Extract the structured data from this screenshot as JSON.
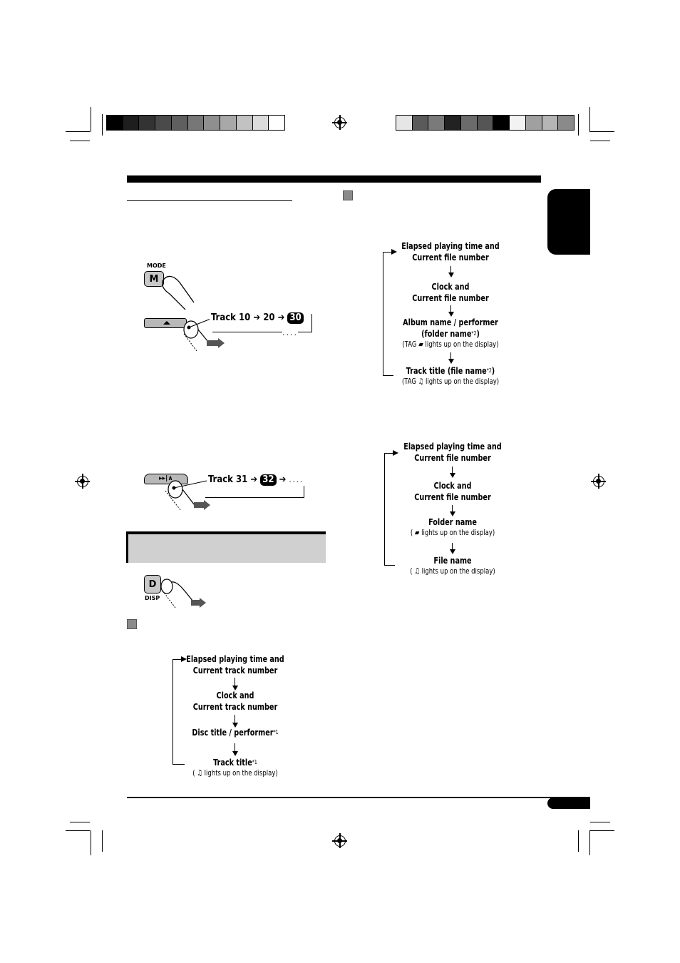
{
  "colors": {
    "left_bar": [
      "#000000",
      "#1e1e1e",
      "#333333",
      "#4a4a4a",
      "#5f5f5f",
      "#777777",
      "#8f8f8f",
      "#a8a8a8",
      "#c2c2c2",
      "#dcdcdc",
      "#ffffff"
    ],
    "right_bar": [
      "#e6e6e6",
      "#5a5a5a",
      "#7a7a7a",
      "#222222",
      "#6b6b6b",
      "#555555",
      "#000000",
      "#f2f2f2",
      "#a0a0a0",
      "#b5b5b5",
      "#8a8a8a"
    ],
    "tab": "#000000",
    "section_header_bg": "#d0d0d0"
  },
  "buttons": {
    "mode_label": "MODE",
    "mode_key": "M",
    "disp_label": "DISP",
    "disp_key": "D"
  },
  "track_sequence_1": {
    "track_label": "Track 10",
    "next": "20",
    "highlight": "30",
    "ellipsis": "...."
  },
  "track_sequence_2": {
    "track_label": "Track 31",
    "highlight": "32",
    "ellipsis": "...."
  },
  "flow_cd": {
    "step1_line1": "Elapsed playing time and",
    "step1_line2": "Current track number",
    "step2_line1": "Clock and",
    "step2_line2": "Current track number",
    "step3": "Disc title / performer",
    "step3_note": "*1",
    "step4": "Track title",
    "step4_note": "*1",
    "step4_sub_pre": "(",
    "step4_sub_icon": "music-note-icon",
    "step4_sub": "lights up on the display)"
  },
  "flow_mp3_tag": {
    "step1_line1": "Elapsed playing time and",
    "step1_line2": "Current file number",
    "step2_line1": "Clock and",
    "step2_line2": "Current file number",
    "step3_line1": "Album name / performer",
    "step3_line2": "(folder name",
    "step3_note": "*2",
    "step3_close": ")",
    "step3_sub_pre": "(TAG",
    "step3_sub": "lights up on the display)",
    "step4": "Track title (file name",
    "step4_note": "*2",
    "step4_close": ")",
    "step4_sub_pre": "(TAG",
    "step4_sub": "lights up on the display)"
  },
  "flow_mp3_notag": {
    "step1_line1": "Elapsed playing time and",
    "step1_line2": "Current file number",
    "step2_line1": "Clock and",
    "step2_line2": "Current file number",
    "step3": "Folder name",
    "step3_sub_pre": "(",
    "step3_sub": "lights up on the display)",
    "step4": "File name",
    "step4_sub_pre": "(",
    "step4_sub": "lights up on the display)"
  }
}
